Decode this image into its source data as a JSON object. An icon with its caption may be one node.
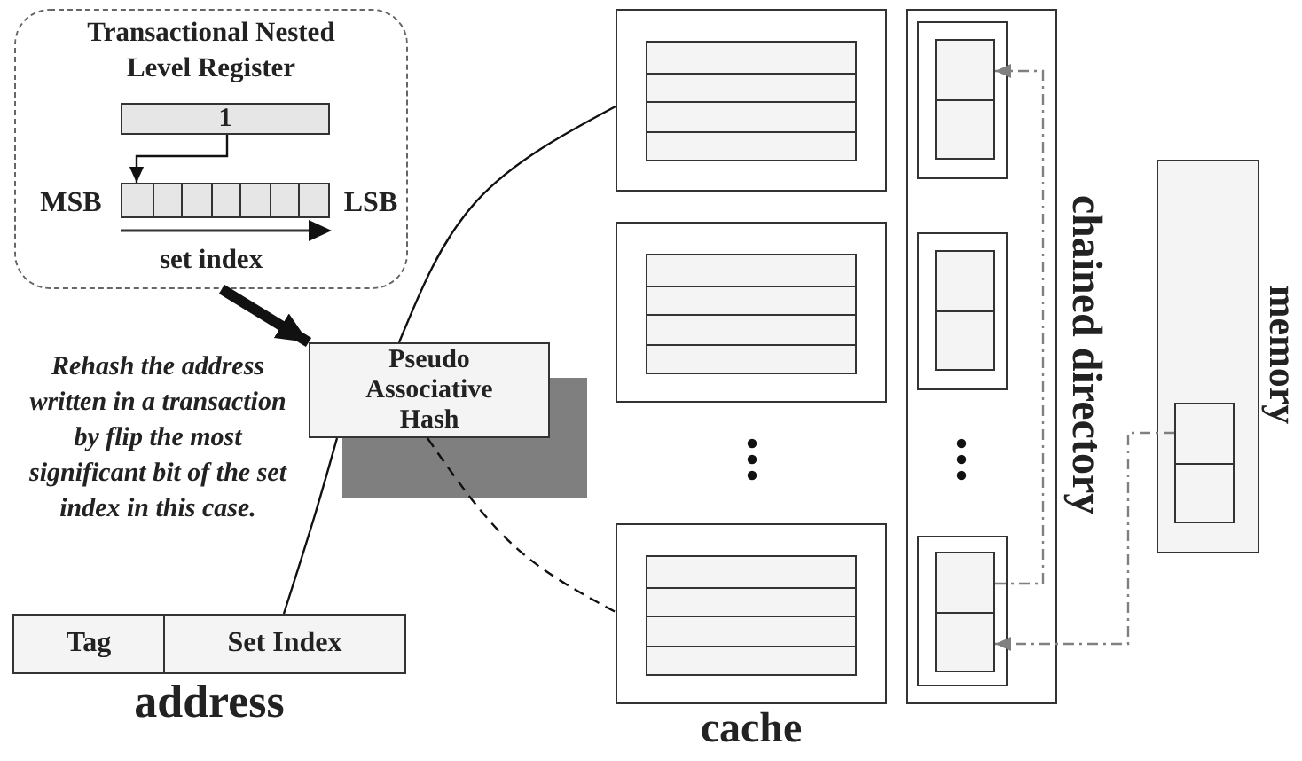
{
  "diagram": {
    "nodes": [
      {
        "text": [
          "Transactional Nested Level Register",
          "set index"
        ]
      },
      {
        "text": [
          "1"
        ],
        "in": 0
      },
      {
        "text": [],
        "shape": "bar",
        "in": 0,
        "beside": [
          "MSB",
          "LSB"
        ]
      },
      {
        "text": [
          "Pseudo Associative Hash"
        ]
      },
      {
        "text": [
          "Tag",
          "Set Index"
        ],
        "beside": [
          "address"
        ]
      },
      {
        "text": [],
        "shape": "box"
      },
      {
        "text": [],
        "shape": "box"
      },
      {
        "text": [],
        "shape": "box"
      },
      {
        "text": [],
        "shape": "box",
        "beside": [
          "chained directory"
        ]
      },
      {
        "text": [],
        "shape": "box",
        "in": 8
      },
      {
        "text": [],
        "shape": "box",
        "in": 8
      },
      {
        "text": [],
        "shape": "box",
        "in": 8
      },
      {
        "text": [],
        "shape": "box",
        "in": 9
      },
      {
        "text": [],
        "shape": "box",
        "in": 10
      },
      {
        "text": [],
        "shape": "box",
        "in": 11
      },
      {
        "text": [],
        "shape": "box",
        "beside": [
          "memory"
        ]
      },
      {
        "text": [],
        "shape": "box",
        "in": 15
      }
    ],
    "edges": [
      {
        "from": 0,
        "to": 3,
        "arrow": "to",
        "style": "thick"
      },
      {
        "from": 1,
        "to": 2,
        "arrow": "to"
      },
      {
        "from": 4,
        "to": 3,
        "arrow": "none"
      },
      {
        "from": 3,
        "to": 5,
        "arrow": "none"
      },
      {
        "from": 3,
        "to": 7,
        "arrow": "none",
        "style": "dashed"
      },
      {
        "from": 14,
        "to": 12,
        "arrow": "to",
        "style": "dashed",
        "color": "#808080"
      },
      {
        "from": 16,
        "to": 14,
        "arrow": "to",
        "style": "dashed",
        "color": "#808080"
      }
    ],
    "labels": [
      "Rehash the address written in a transaction by flip the most significant bit of the set index in this case.",
      "cache"
    ]
  }
}
